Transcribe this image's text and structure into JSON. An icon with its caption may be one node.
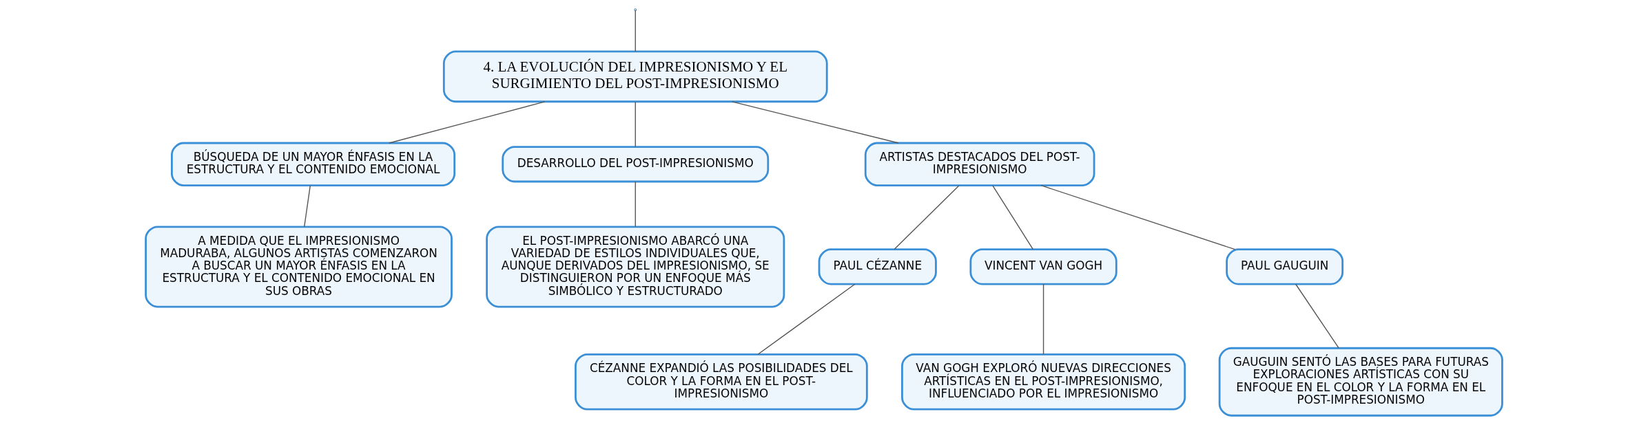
{
  "diagram": {
    "nodes": [
      {
        "text": [
          "4. LA EVOLUCIÓN DEL IMPRESIONISMO Y EL SURGIMIENTO DEL POST-IMPRESIONISMO"
        ]
      },
      {
        "text": [
          "BÚSQUEDA DE UN MAYOR ÉNFASIS EN LA ESTRUCTURA Y EL CONTENIDO EMOCIONAL"
        ]
      },
      {
        "text": [
          "DESARROLLO DEL POST-IMPRESIONISMO"
        ]
      },
      {
        "text": [
          "ARTISTAS DESTACADOS DEL POST-IMPRESIONISMO"
        ]
      },
      {
        "text": [
          "A MEDIDA QUE EL IMPRESIONISMO MADURABA, ALGUNOS ARTISTAS COMENZARON A BUSCAR UN MAYOR ÉNFASIS EN LA ESTRUCTURA Y EL CONTENIDO EMOCIONAL EN SUS OBRAS"
        ]
      },
      {
        "text": [
          "EL POST-IMPRESIONISMO ABARCÓ UNA VARIEDAD DE ESTILOS INDIVIDUALES QUE, AUNQUE DERIVADOS DEL IMPRESIONISMO, SE DISTINGUIERON POR UN ENFOQUE MÁS SIMBÓLICO Y ESTRUCTURADO"
        ]
      },
      {
        "text": [
          "PAUL CÉZANNE"
        ]
      },
      {
        "text": [
          "VINCENT VAN GOGH"
        ]
      },
      {
        "text": [
          "PAUL GAUGUIN"
        ]
      },
      {
        "text": [
          "CÉZANNE EXPANDIÓ LAS POSIBILIDADES DEL COLOR Y LA FORMA EN EL POST-IMPRESIONISMO"
        ]
      },
      {
        "text": [
          "VAN GOGH EXPLORÓ NUEVAS DIRECCIONES ARTÍSTICAS EN EL POST-IMPRESIONISMO, INFLUENCIADO POR EL IMPRESIONISMO"
        ]
      },
      {
        "text": [
          "GAUGUIN SENTÓ LAS BASES PARA FUTURAS EXPLORACIONES ARTÍSTICAS CON SU ENFOQUE EN EL COLOR Y LA FORMA EN EL POST-IMPRESIONISMO"
        ]
      }
    ],
    "edges": [
      {
        "from": null,
        "to": 0,
        "arrow": "none"
      },
      {
        "from": 0,
        "to": 1,
        "arrow": "none"
      },
      {
        "from": 0,
        "to": 2,
        "arrow": "none"
      },
      {
        "from": 0,
        "to": 3,
        "arrow": "none"
      },
      {
        "from": 1,
        "to": 4,
        "arrow": "none"
      },
      {
        "from": 2,
        "to": 5,
        "arrow": "none"
      },
      {
        "from": 3,
        "to": 6,
        "arrow": "none"
      },
      {
        "from": 3,
        "to": 7,
        "arrow": "none"
      },
      {
        "from": 3,
        "to": 8,
        "arrow": "none"
      },
      {
        "from": 6,
        "to": 9,
        "arrow": "none"
      },
      {
        "from": 7,
        "to": 10,
        "arrow": "none"
      },
      {
        "from": 8,
        "to": 11,
        "arrow": "none"
      }
    ]
  }
}
